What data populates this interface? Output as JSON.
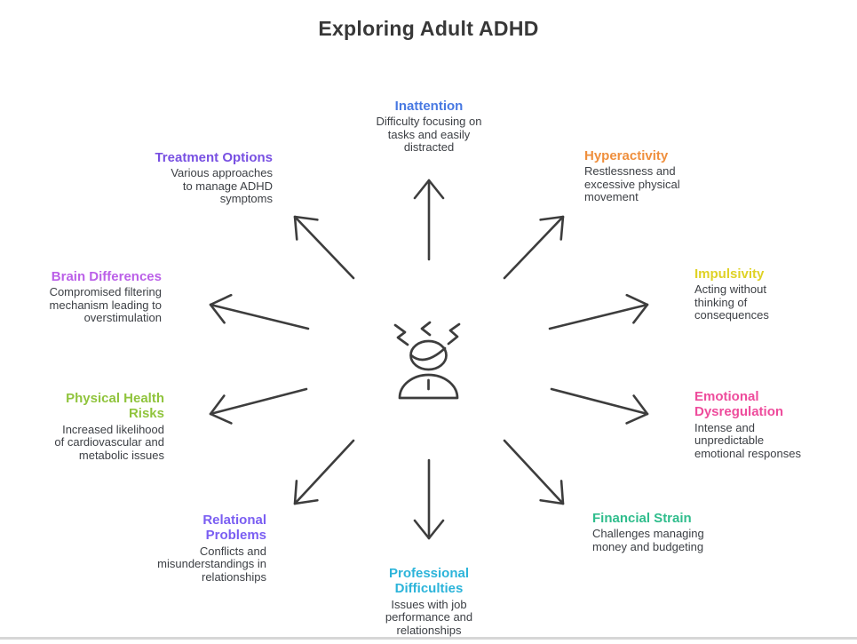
{
  "title": "Exploring Adult ADHD",
  "center": {
    "icon": "stressed-person-icon"
  },
  "colors": {
    "title_text": "#383838",
    "body_text": "#3d4045",
    "stroke": "#3d3d3d",
    "bottom_rule": "#d6d6d6"
  },
  "nodes": [
    {
      "id": "inattention",
      "title": "Inattention",
      "color": "#4879e2",
      "description": "Difficulty focusing on\ntasks and easily\ndistracted"
    },
    {
      "id": "hyperactivity",
      "title": "Hyperactivity",
      "color": "#ef8f3d",
      "description": "Restlessness and\nexcessive physical\nmovement"
    },
    {
      "id": "impulsivity",
      "title": "Impulsivity",
      "color": "#dfd226",
      "description": "Acting without\nthinking of\nconsequences"
    },
    {
      "id": "emotional-dysregulation",
      "title": "Emotional\nDysregulation",
      "color": "#ee4c9c",
      "description": "Intense and\nunpredictable\nemotional responses"
    },
    {
      "id": "financial-strain",
      "title": "Financial Strain",
      "color": "#2fbd8c",
      "description": "Challenges managing\nmoney and budgeting"
    },
    {
      "id": "professional-difficulties",
      "title": "Professional\nDifficulties",
      "color": "#2cb4da",
      "description": "Issues with job\nperformance and\nrelationships"
    },
    {
      "id": "relational-problems",
      "title": "Relational\nProblems",
      "color": "#7a5ef2",
      "description": "Conflicts and\nmisunderstandings in\nrelationships"
    },
    {
      "id": "physical-health-risks",
      "title": "Physical Health\nRisks",
      "color": "#90c43d",
      "description": "Increased likelihood\nof cardiovascular and\nmetabolic issues"
    },
    {
      "id": "brain-differences",
      "title": "Brain Differences",
      "color": "#bb60e8",
      "description": "Compromised filtering\nmechanism leading to\noverstimulation"
    },
    {
      "id": "treatment-options",
      "title": "Treatment Options",
      "color": "#7850e2",
      "description": "Various approaches\nto manage ADHD\nsymptoms"
    }
  ]
}
